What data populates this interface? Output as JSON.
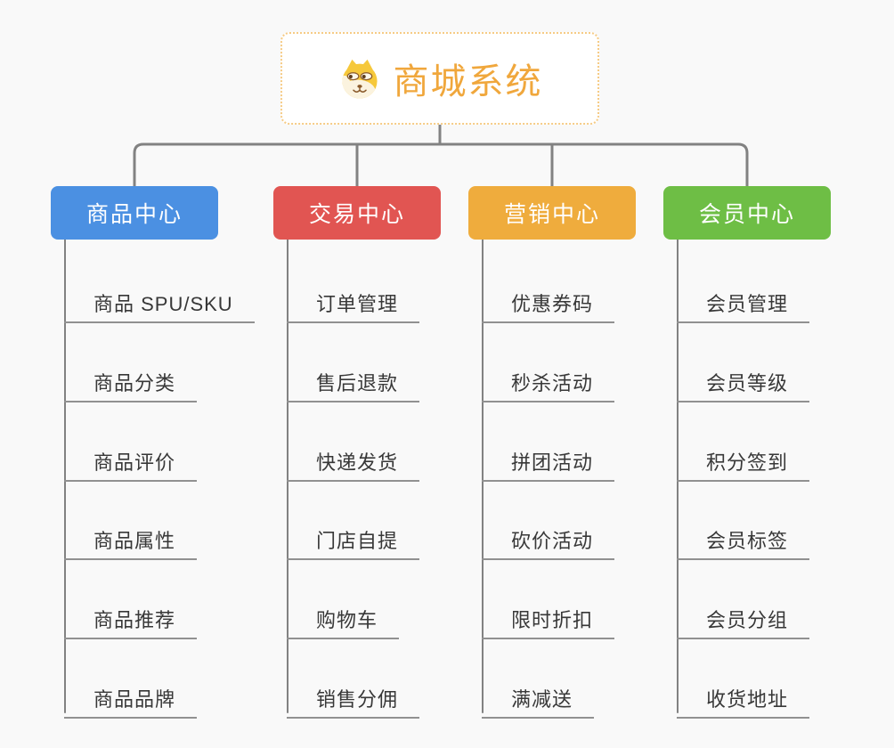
{
  "root": {
    "title": "商城系统",
    "title_color": "#f0a73c",
    "border_color": "#f6cb85",
    "icon": "doge-icon"
  },
  "connectors": {
    "color": "#828282"
  },
  "branches": [
    {
      "label": "商品中心",
      "color": "#4b90e2",
      "items": [
        "商品 SPU/SKU",
        "商品分类",
        "商品评价",
        "商品属性",
        "商品推荐",
        "商品品牌"
      ]
    },
    {
      "label": "交易中心",
      "color": "#e15552",
      "items": [
        "订单管理",
        "售后退款",
        "快递发货",
        "门店自提",
        "购物车",
        "销售分佣"
      ]
    },
    {
      "label": "营销中心",
      "color": "#efac3d",
      "items": [
        "优惠券码",
        "秒杀活动",
        "拼团活动",
        "砍价活动",
        "限时折扣",
        "满减送"
      ]
    },
    {
      "label": "会员中心",
      "color": "#6ebe45",
      "items": [
        "会员管理",
        "会员等级",
        "积分签到",
        "会员标签",
        "会员分组",
        "收货地址"
      ]
    }
  ]
}
